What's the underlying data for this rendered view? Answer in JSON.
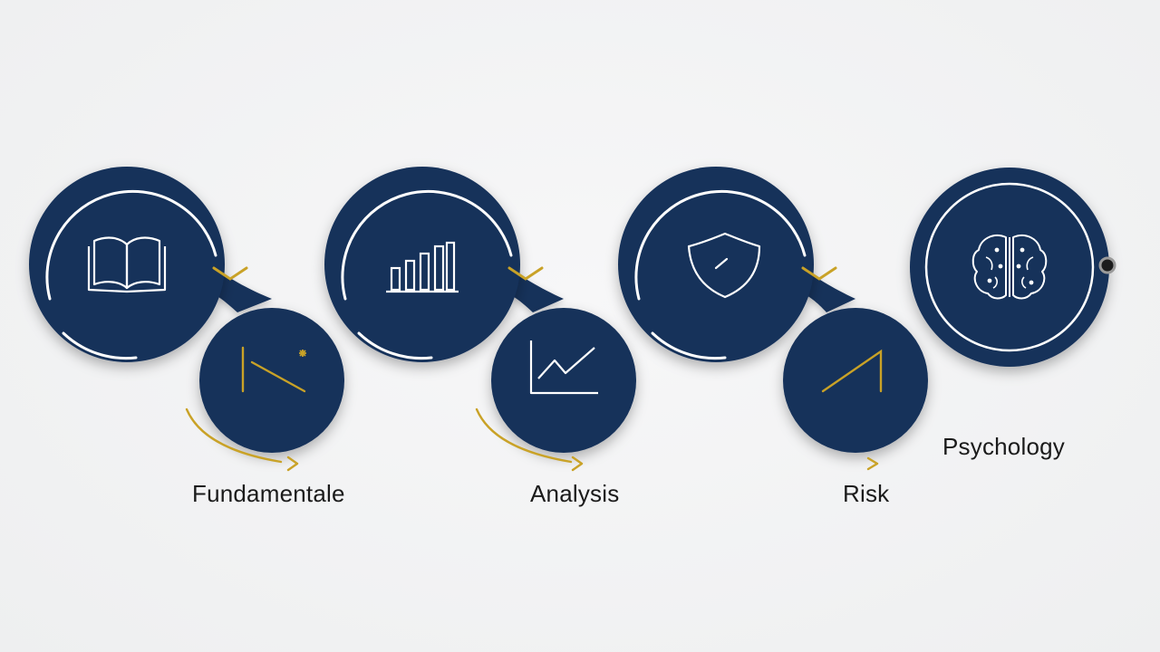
{
  "diagram": {
    "colors": {
      "navy": "#14305a",
      "gold": "#c9a227",
      "white": "#ffffff",
      "background": "#f2f2f3"
    },
    "stages": [
      {
        "label": "Fundamentale",
        "top_icon": "book-icon",
        "bottom_icon": "chart-line-icon"
      },
      {
        "label": "Analysis",
        "top_icon": "bar-chart-icon",
        "bottom_icon": "line-graph-icon"
      },
      {
        "label": "Risk",
        "top_icon": "shield-icon",
        "bottom_icon": "rising-line-icon"
      },
      {
        "label": "Psychology",
        "top_icon": "brain-icon"
      }
    ]
  }
}
